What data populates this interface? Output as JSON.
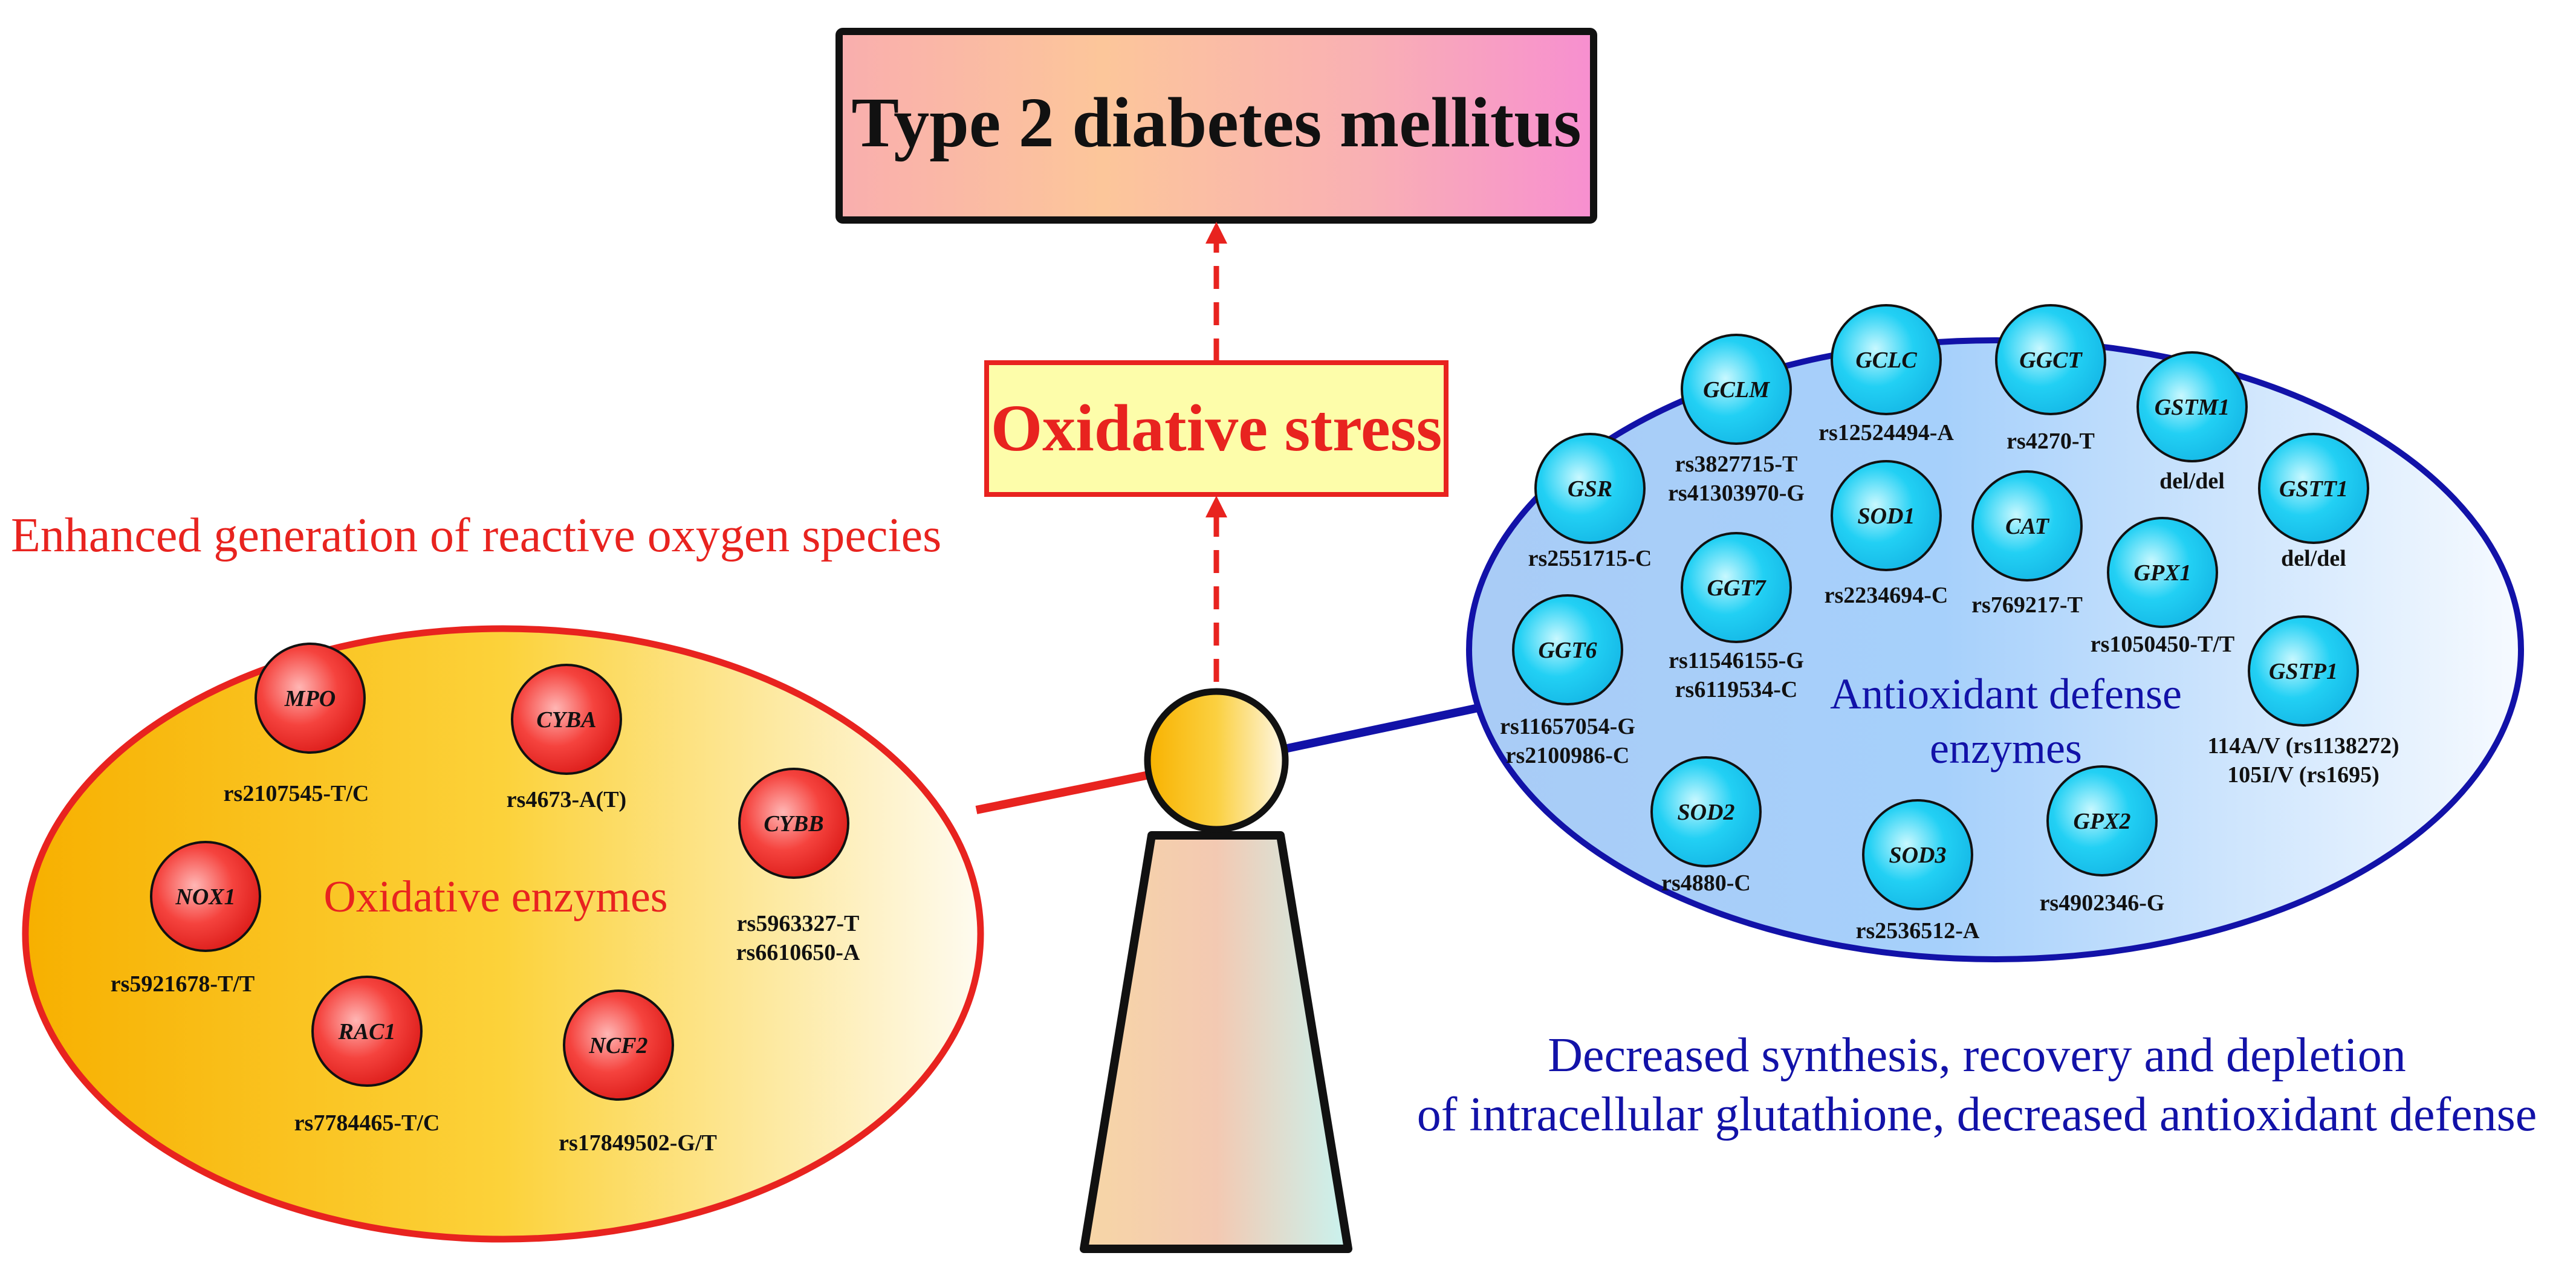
{
  "top_box": {
    "label": "Type 2 diabetes mellitus"
  },
  "middle_box": {
    "label": "Oxidative stress"
  },
  "left_side": {
    "caption": "Enhanced generation of reactive oxygen species",
    "ellipse_label": "Oxidative enzymes",
    "enzymes": [
      {
        "id": "mpo",
        "name": "MPO",
        "variants": [
          "rs2107545-T/C"
        ]
      },
      {
        "id": "cyba",
        "name": "CYBA",
        "variants": [
          "rs4673-A(T)"
        ]
      },
      {
        "id": "cybb",
        "name": "CYBB",
        "variants": [
          "rs5963327-T",
          "rs6610650-A"
        ]
      },
      {
        "id": "nox1",
        "name": "NOX1",
        "variants": [
          "rs5921678-T/T"
        ]
      },
      {
        "id": "rac1",
        "name": "RAC1",
        "variants": [
          "rs7784465-T/C"
        ]
      },
      {
        "id": "ncf2",
        "name": "NCF2",
        "variants": [
          "rs17849502-G/T"
        ]
      }
    ]
  },
  "right_side": {
    "caption_line1": "Decreased synthesis, recovery and depletion",
    "caption_line2": "of intracellular glutathione, decreased antioxidant defense",
    "ellipse_label_line1": "Antioxidant defense",
    "ellipse_label_line2": "enzymes",
    "enzymes": [
      {
        "id": "gclm",
        "name": "GCLM",
        "variants": [
          "rs3827715-T",
          "rs41303970-G"
        ]
      },
      {
        "id": "gclc",
        "name": "GCLC",
        "variants": [
          "rs12524494-A"
        ]
      },
      {
        "id": "ggct",
        "name": "GGCT",
        "variants": [
          "rs4270-T"
        ]
      },
      {
        "id": "gstm1",
        "name": "GSTM1",
        "variants": [
          "del/del"
        ]
      },
      {
        "id": "gsr",
        "name": "GSR",
        "variants": [
          "rs2551715-C"
        ]
      },
      {
        "id": "sod1",
        "name": "SOD1",
        "variants": [
          "rs2234694-C"
        ]
      },
      {
        "id": "cat",
        "name": "CAT",
        "variants": [
          "rs769217-T"
        ]
      },
      {
        "id": "gstt1",
        "name": "GSTT1",
        "variants": [
          "del/del"
        ]
      },
      {
        "id": "ggt7",
        "name": "GGT7",
        "variants": [
          "rs11546155-G",
          "rs6119534-C"
        ]
      },
      {
        "id": "gpx1",
        "name": "GPX1",
        "variants": [
          "rs1050450-T/T"
        ]
      },
      {
        "id": "ggt6",
        "name": "GGT6",
        "variants": [
          "rs11657054-G",
          "rs2100986-C"
        ]
      },
      {
        "id": "gstp1",
        "name": "GSTP1",
        "variants": [
          "114A/V (rs1138272)",
          "105I/V (rs1695)"
        ]
      },
      {
        "id": "sod2",
        "name": "SOD2",
        "variants": [
          "rs4880-C"
        ]
      },
      {
        "id": "sod3",
        "name": "SOD3",
        "variants": [
          "rs2536512-A"
        ]
      },
      {
        "id": "gpx2",
        "name": "GPX2",
        "variants": [
          "rs4902346-G"
        ]
      }
    ]
  },
  "colors": {
    "red": "#e8231f",
    "blue": "#1212a8",
    "black": "#111111",
    "yellow_box": "#fdfdaa"
  }
}
